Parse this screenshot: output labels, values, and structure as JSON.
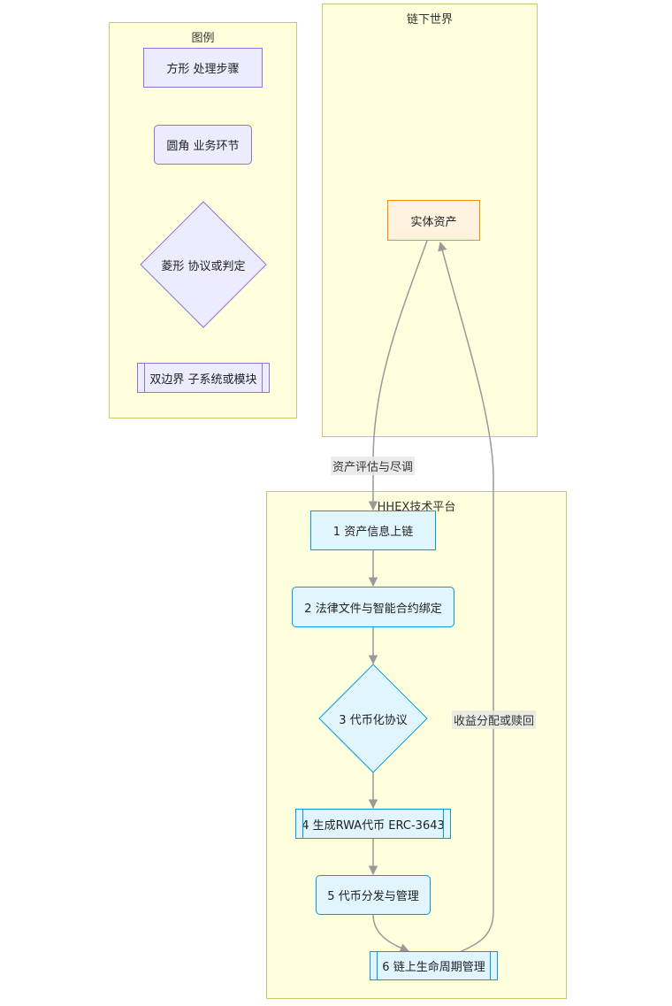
{
  "clusters": {
    "legend": "图例",
    "offchain": "链下世界",
    "platform": "HHEX技术平台"
  },
  "legend": {
    "rect": "方形 处理步骤",
    "rounded": "圆角 业务环节",
    "diamond": "菱形 协议或判定",
    "subroutine": "双边界 子系统或模块"
  },
  "nodes": {
    "asset": "实体资产",
    "step1": "1 资产信息上链",
    "step2": "2 法律文件与智能合约绑定",
    "step3": "3 代币化协议",
    "step4": "4 生成RWA代币 ERC-3643",
    "step5": "5 代币分发与管理",
    "step6": "6 链上生命周期管理"
  },
  "edges": {
    "due_diligence": "资产评估与尽调",
    "return_flow": "收益分配或赎回"
  },
  "colors": {
    "cluster_fill": "#ffffde",
    "cluster_border": "#c7c77a",
    "legend_fill": "#ececff",
    "legend_border": "#9370db",
    "platform_fill": "#e1f5fe",
    "platform_border": "#039be5",
    "asset_fill": "#fff3e0",
    "asset_border": "#fb8c00",
    "edge": "#999999"
  }
}
